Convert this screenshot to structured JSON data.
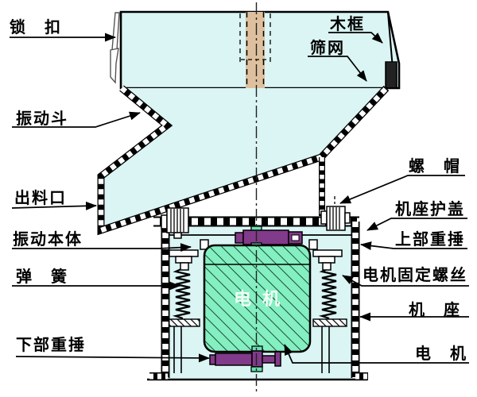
{
  "labels": {
    "lock": "锁　扣",
    "wood_frame": "木框",
    "sieve_mesh": "筛网",
    "vibrating_hopper": "振动斗",
    "discharge_outlet": "出料口",
    "nut": "螺　帽",
    "base_cover": "机座护盖",
    "vibration_body": "振动本体",
    "upper_weight": "上部重捶",
    "spring": "弹　簧",
    "motor_fixing_screw": "电机固定螺丝",
    "base": "机　座",
    "lower_weight": "下部重捶",
    "motor": "电　机",
    "motor_core": "电机"
  },
  "colors": {
    "panel_fill": "#dbf4f4",
    "wood_strip": "#dec09e",
    "motor_fill": "#84efc1",
    "weight_fill": "#823a8a",
    "shaft_fill": "#66e2ae",
    "line": "#000000"
  }
}
